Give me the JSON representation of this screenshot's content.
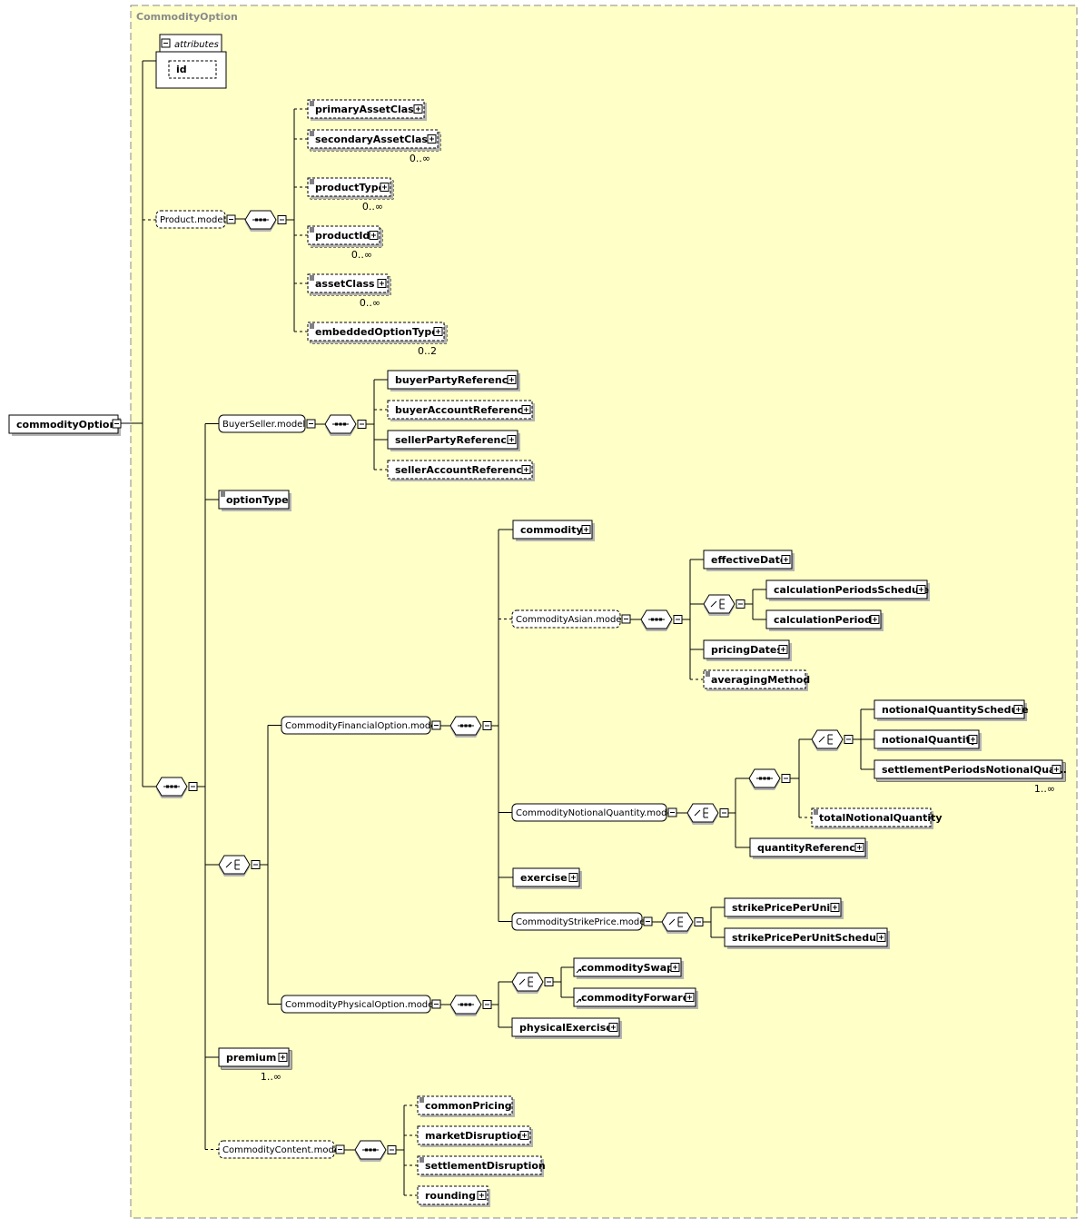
{
  "type_title": "CommodityOption",
  "attributes_label": "attributes",
  "attribute_id": "id",
  "root": "commodityOption",
  "groups": {
    "product": "Product.model",
    "buyerSeller": "BuyerSeller.model",
    "financial": "CommodityFinancialOption.model",
    "asian": "CommodityAsian.model",
    "notional": "CommodityNotionalQuantity.model",
    "strike": "CommodityStrikePrice.model",
    "physical": "CommodityPhysicalOption.model",
    "content": "CommodityContent.model"
  },
  "elements": {
    "primaryAssetClass": "primaryAssetClass",
    "secondaryAssetClass": "secondaryAssetClass",
    "productType": "productType",
    "productId": "productId",
    "assetClass": "assetClass",
    "embeddedOptionType": "embeddedOptionType",
    "buyerPartyReference": "buyerPartyReference",
    "buyerAccountReference": "buyerAccountReference",
    "sellerPartyReference": "sellerPartyReference",
    "sellerAccountReference": "sellerAccountReference",
    "optionType": "optionType",
    "commodity": "commodity",
    "effectiveDate": "effectiveDate",
    "calculationPeriodsSchedule": "calculationPeriodsSchedule",
    "calculationPeriods": "calculationPeriods",
    "pricingDates": "pricingDates",
    "averagingMethod": "averagingMethod",
    "notionalQuantitySchedule": "notionalQuantitySchedule",
    "notionalQuantity": "notionalQuantity",
    "settlementPeriodsNotionalQuantity": "settlementPeriodsNotionalQua...",
    "totalNotionalQuantity": "totalNotionalQuantity",
    "quantityReference": "quantityReference",
    "exercise": "exercise",
    "strikePricePerUnit": "strikePricePerUnit",
    "strikePricePerUnitSchedule": "strikePricePerUnitSchedule",
    "commoditySwap": "commoditySwap",
    "commodityForward": "commodityForward",
    "physicalExercise": "physicalExercise",
    "premium": "premium",
    "commonPricing": "commonPricing",
    "marketDisruption": "marketDisruption",
    "settlementDisruption": "settlementDisruption",
    "rounding": "rounding"
  },
  "cardinalities": {
    "secondaryAssetClass": "0..∞",
    "productType": "0..∞",
    "productId": "0..∞",
    "assetClass": "0..∞",
    "embeddedOptionType": "0..2",
    "settlementPeriodsNotionalQuantity": "1..∞",
    "premium": "1..∞"
  },
  "colors": {
    "type_background": "#ffffc8",
    "type_border": "#8a8a8a",
    "type_title": "#8a8a8a",
    "box_fill": "#ffffff",
    "line": "#000000",
    "shadow": "#b4b4b4"
  }
}
